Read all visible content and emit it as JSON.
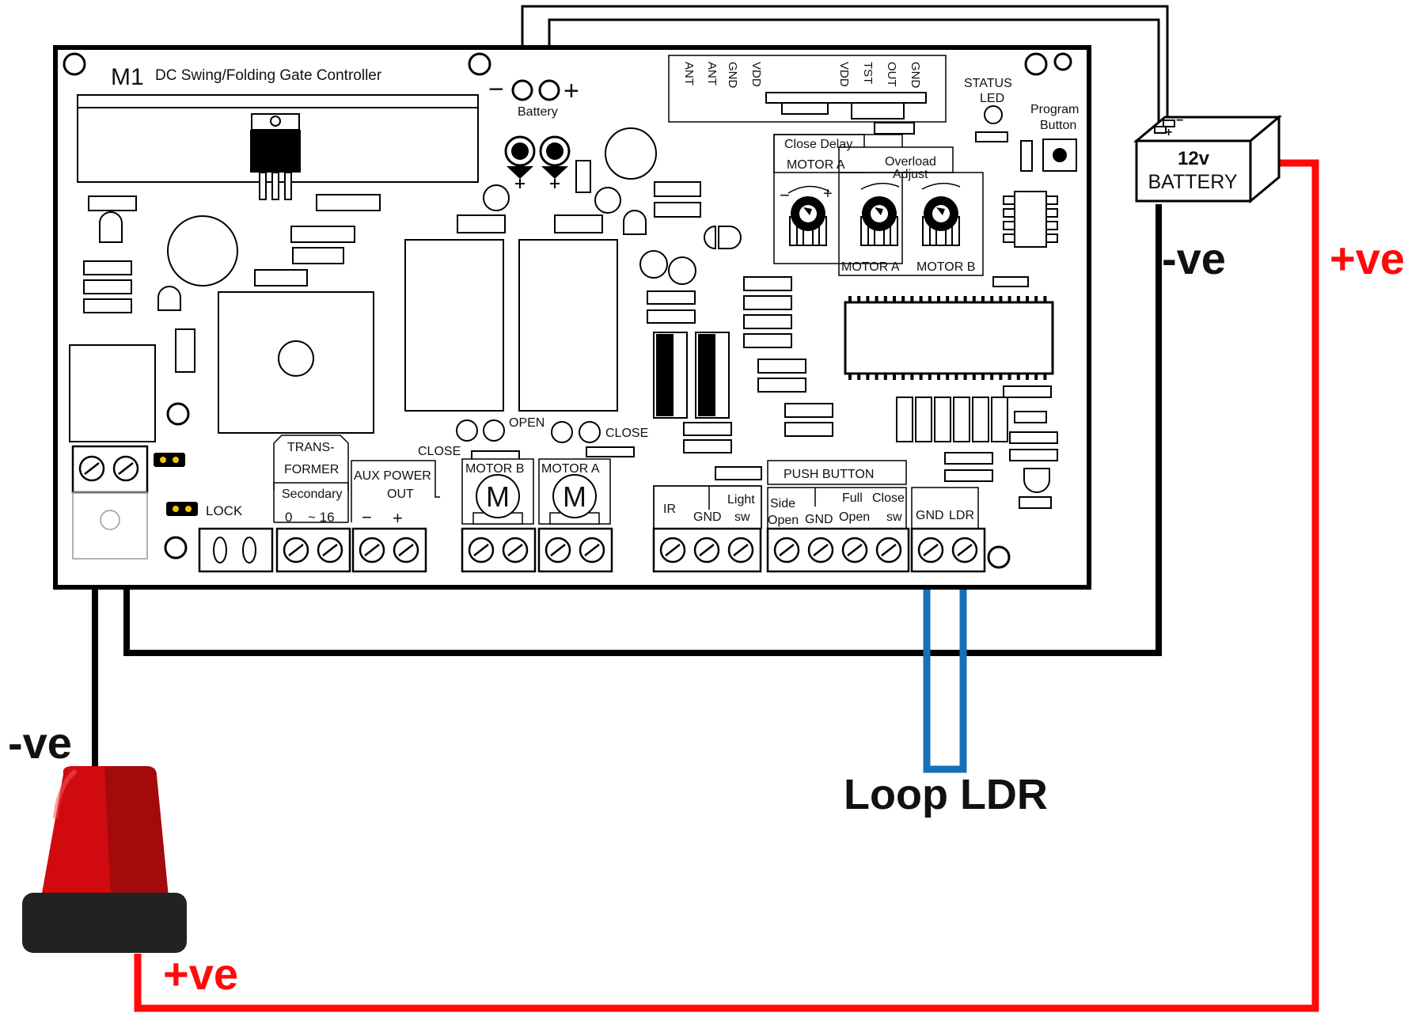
{
  "board": {
    "model": "M1",
    "title": "DC Swing/Folding Gate Controller",
    "battery_minus": "−",
    "battery_plus": "+",
    "battery_label": "Battery",
    "status_led": [
      "STATUS",
      "LED"
    ],
    "program_button": [
      "Program",
      "Button"
    ],
    "header_pins": [
      "ANT",
      "ANT",
      "GND",
      "VDD",
      "VDD",
      "TST",
      "OUT",
      "GND"
    ],
    "close_delay": [
      "Close Delay",
      "MOTOR A"
    ],
    "overload_adjust": [
      "Overload",
      "Adjust"
    ],
    "pot_minus": "−",
    "pot_plus": "+",
    "pot_labels": [
      "MOTOR A",
      "MOTOR B"
    ],
    "led_labels": [
      "OPEN",
      "CLOSE",
      "CLOSE"
    ],
    "lock": "LOCK",
    "transformer": [
      "TRANS-",
      "FORMER"
    ],
    "secondary": "Secondary",
    "secondary_pins": [
      "0",
      "~ 16"
    ],
    "aux_power": [
      "AUX POWER",
      "OUT"
    ],
    "aux_pins": [
      "−",
      "+"
    ],
    "motor_b": "MOTOR B",
    "motor_a": "MOTOR A",
    "motor_symbol": "M",
    "ir_group": {
      "ir": "IR",
      "gnd": "GND",
      "light": "Light",
      "sw": "sw"
    },
    "push_button": {
      "title": "PUSH BUTTON",
      "side": "Side",
      "open": "Open",
      "gnd": "GND",
      "full": "Full",
      "open2": "Open",
      "close": "Close",
      "sw": "sw"
    },
    "ldr_group": [
      "GND",
      "LDR"
    ]
  },
  "battery": {
    "voltage": "12v",
    "label": "BATTERY",
    "terminal_minus": "−",
    "terminal_plus": "+"
  },
  "wiring": {
    "battery_negative": "-ve",
    "battery_positive": "+ve",
    "lamp_negative": "-ve",
    "lamp_positive": "+ve",
    "loop_ldr": "Loop LDR"
  },
  "colors": {
    "positive_wire": "#ff0a0a",
    "negative_wire": "#000000",
    "loop_wire": "#1670b8",
    "lamp_red": "#d10a10",
    "lamp_base": "#222222"
  }
}
